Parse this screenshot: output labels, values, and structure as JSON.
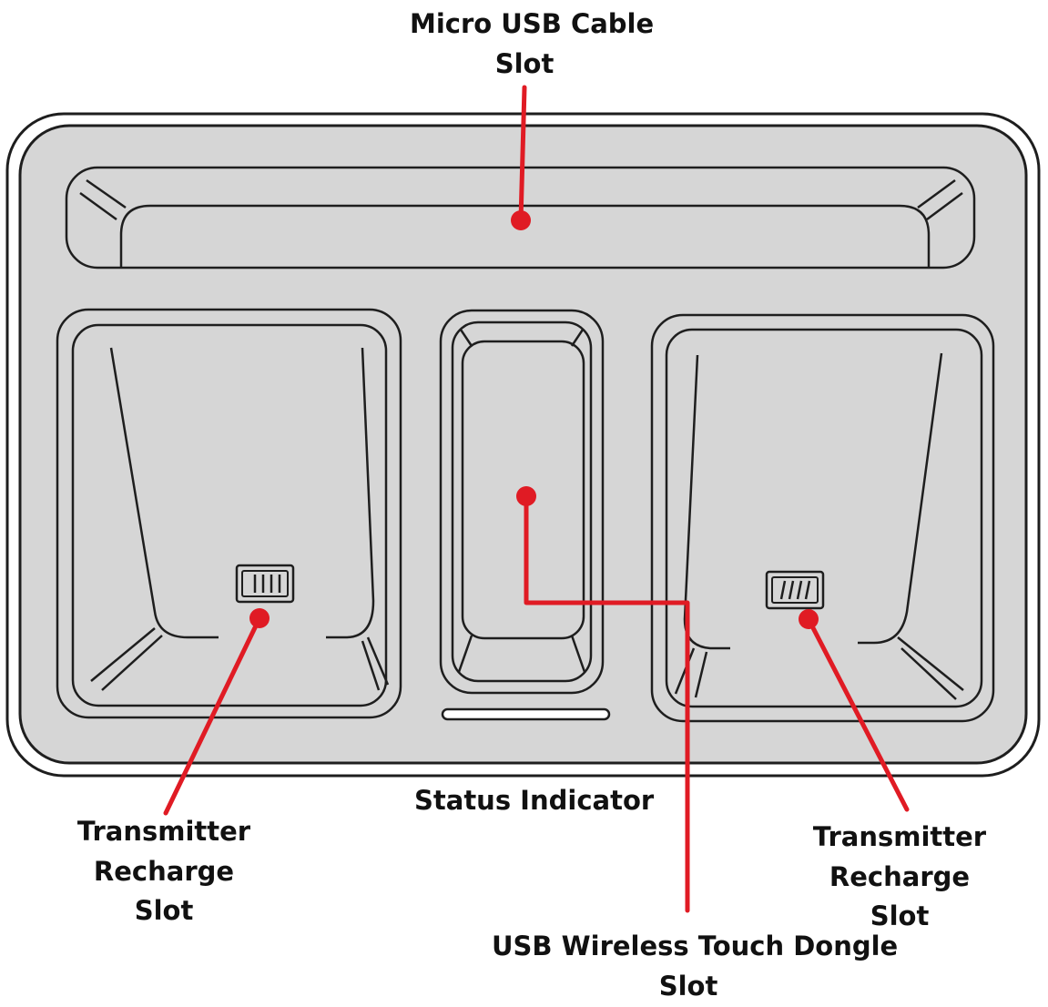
{
  "colors": {
    "background": "#ffffff",
    "device_fill": "#d6d6d6",
    "outline": "#1e1e1e",
    "callout": "#e01b24",
    "indicator": "#ffffff"
  },
  "labels": {
    "micro_usb": {
      "line1": "Micro USB Cable",
      "line2": "Slot"
    },
    "status_indicator": {
      "line1": "Status Indicator"
    },
    "transmitter_left": {
      "line1": "Transmitter",
      "line2": "Recharge",
      "line3": "Slot"
    },
    "transmitter_right": {
      "line1": "Transmitter",
      "line2": "Recharge",
      "line3": "Slot"
    },
    "dongle": {
      "line1": "USB Wireless Touch Dongle",
      "line2": "Slot"
    }
  }
}
